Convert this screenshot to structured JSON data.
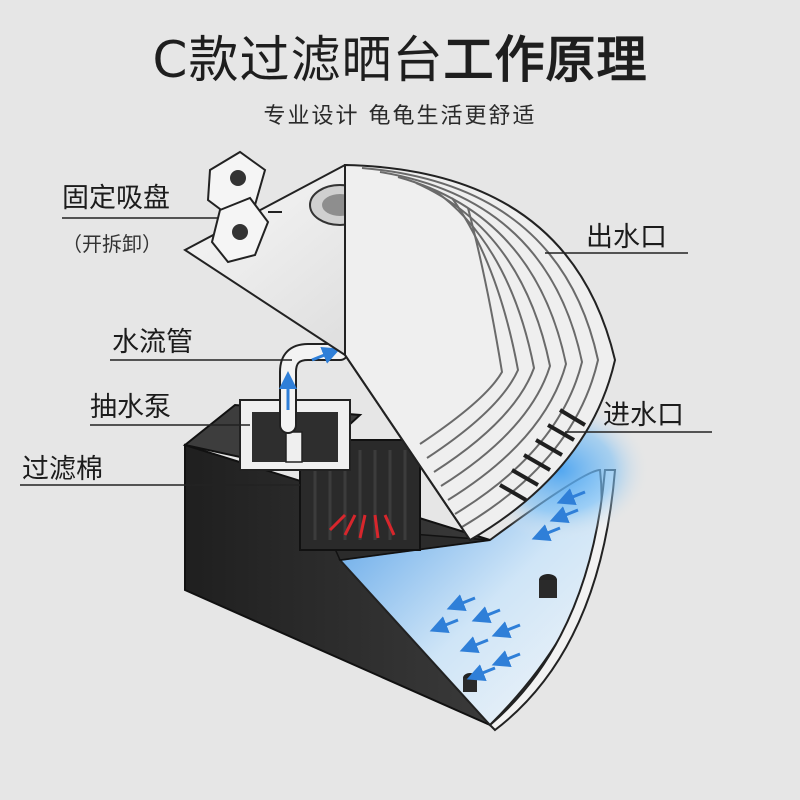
{
  "header": {
    "title_part1": "C款过滤晒台",
    "title_part2": "工作原理",
    "subtitle": "专业设计  龟龟生活更舒适"
  },
  "callouts": {
    "suction_cup": "固定吸盘",
    "suction_cup_note": "（开拆卸）",
    "water_pipe": "水流管",
    "pump": "抽水泵",
    "filter_cotton": "过滤棉",
    "water_outlet": "出水口",
    "water_inlet": "进水口"
  },
  "colors": {
    "background": "#e6e6e6",
    "box_dark": "#2b2b2b",
    "platform_light": "#f2f2f2",
    "water_blue": "#4aa3f0",
    "filter_red": "#d8262c"
  }
}
